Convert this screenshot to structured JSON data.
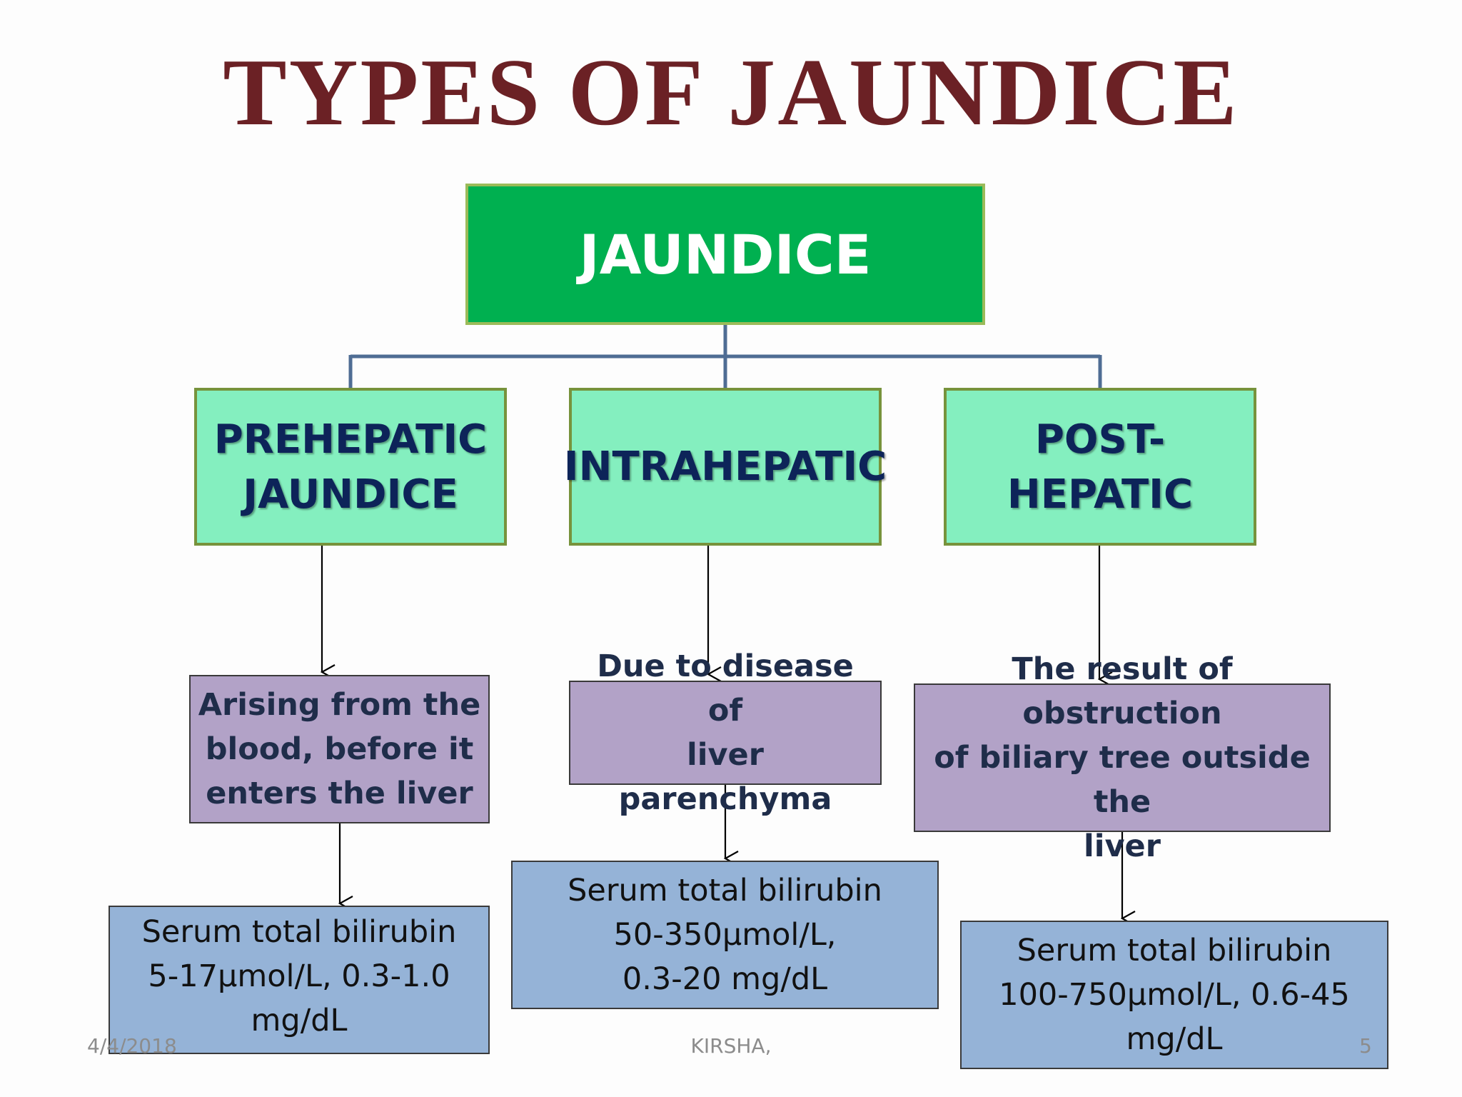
{
  "title": "TYPES OF JAUNDICE",
  "root": {
    "label": "JAUNDICE",
    "fill": "#00b050"
  },
  "types": [
    {
      "lines": [
        "PREHEPATIC",
        "JAUNDICE"
      ],
      "description": [
        "Arising from the",
        "blood, before it",
        "enters the liver"
      ],
      "bilirubin": [
        "Serum total bilirubin",
        "5-17μmol/L, 0.3-1.0",
        "mg/dL"
      ]
    },
    {
      "lines": [
        "INTRAHEPATIC"
      ],
      "description": [
        "Due to disease of",
        "liver parenchyma"
      ],
      "bilirubin": [
        "Serum total bilirubin",
        "50-350μmol/L,",
        "0.3-20 mg/dL"
      ]
    },
    {
      "lines": [
        "POST-HEPATIC"
      ],
      "description": [
        "The result of obstruction",
        "of biliary tree outside the",
        "liver"
      ],
      "bilirubin": [
        "Serum total bilirubin",
        "100-750μmol/L, 0.6-45",
        "mg/dL"
      ]
    }
  ],
  "footer": {
    "date": "4/4/2018",
    "author": "KIRSHA,",
    "page": "5"
  },
  "colors": {
    "title": "#6b2125",
    "type_fill": "#84efbf",
    "description_fill": "#b2a2c7",
    "bilirubin_fill": "#95b3d7",
    "connector": "#4f6d94"
  }
}
